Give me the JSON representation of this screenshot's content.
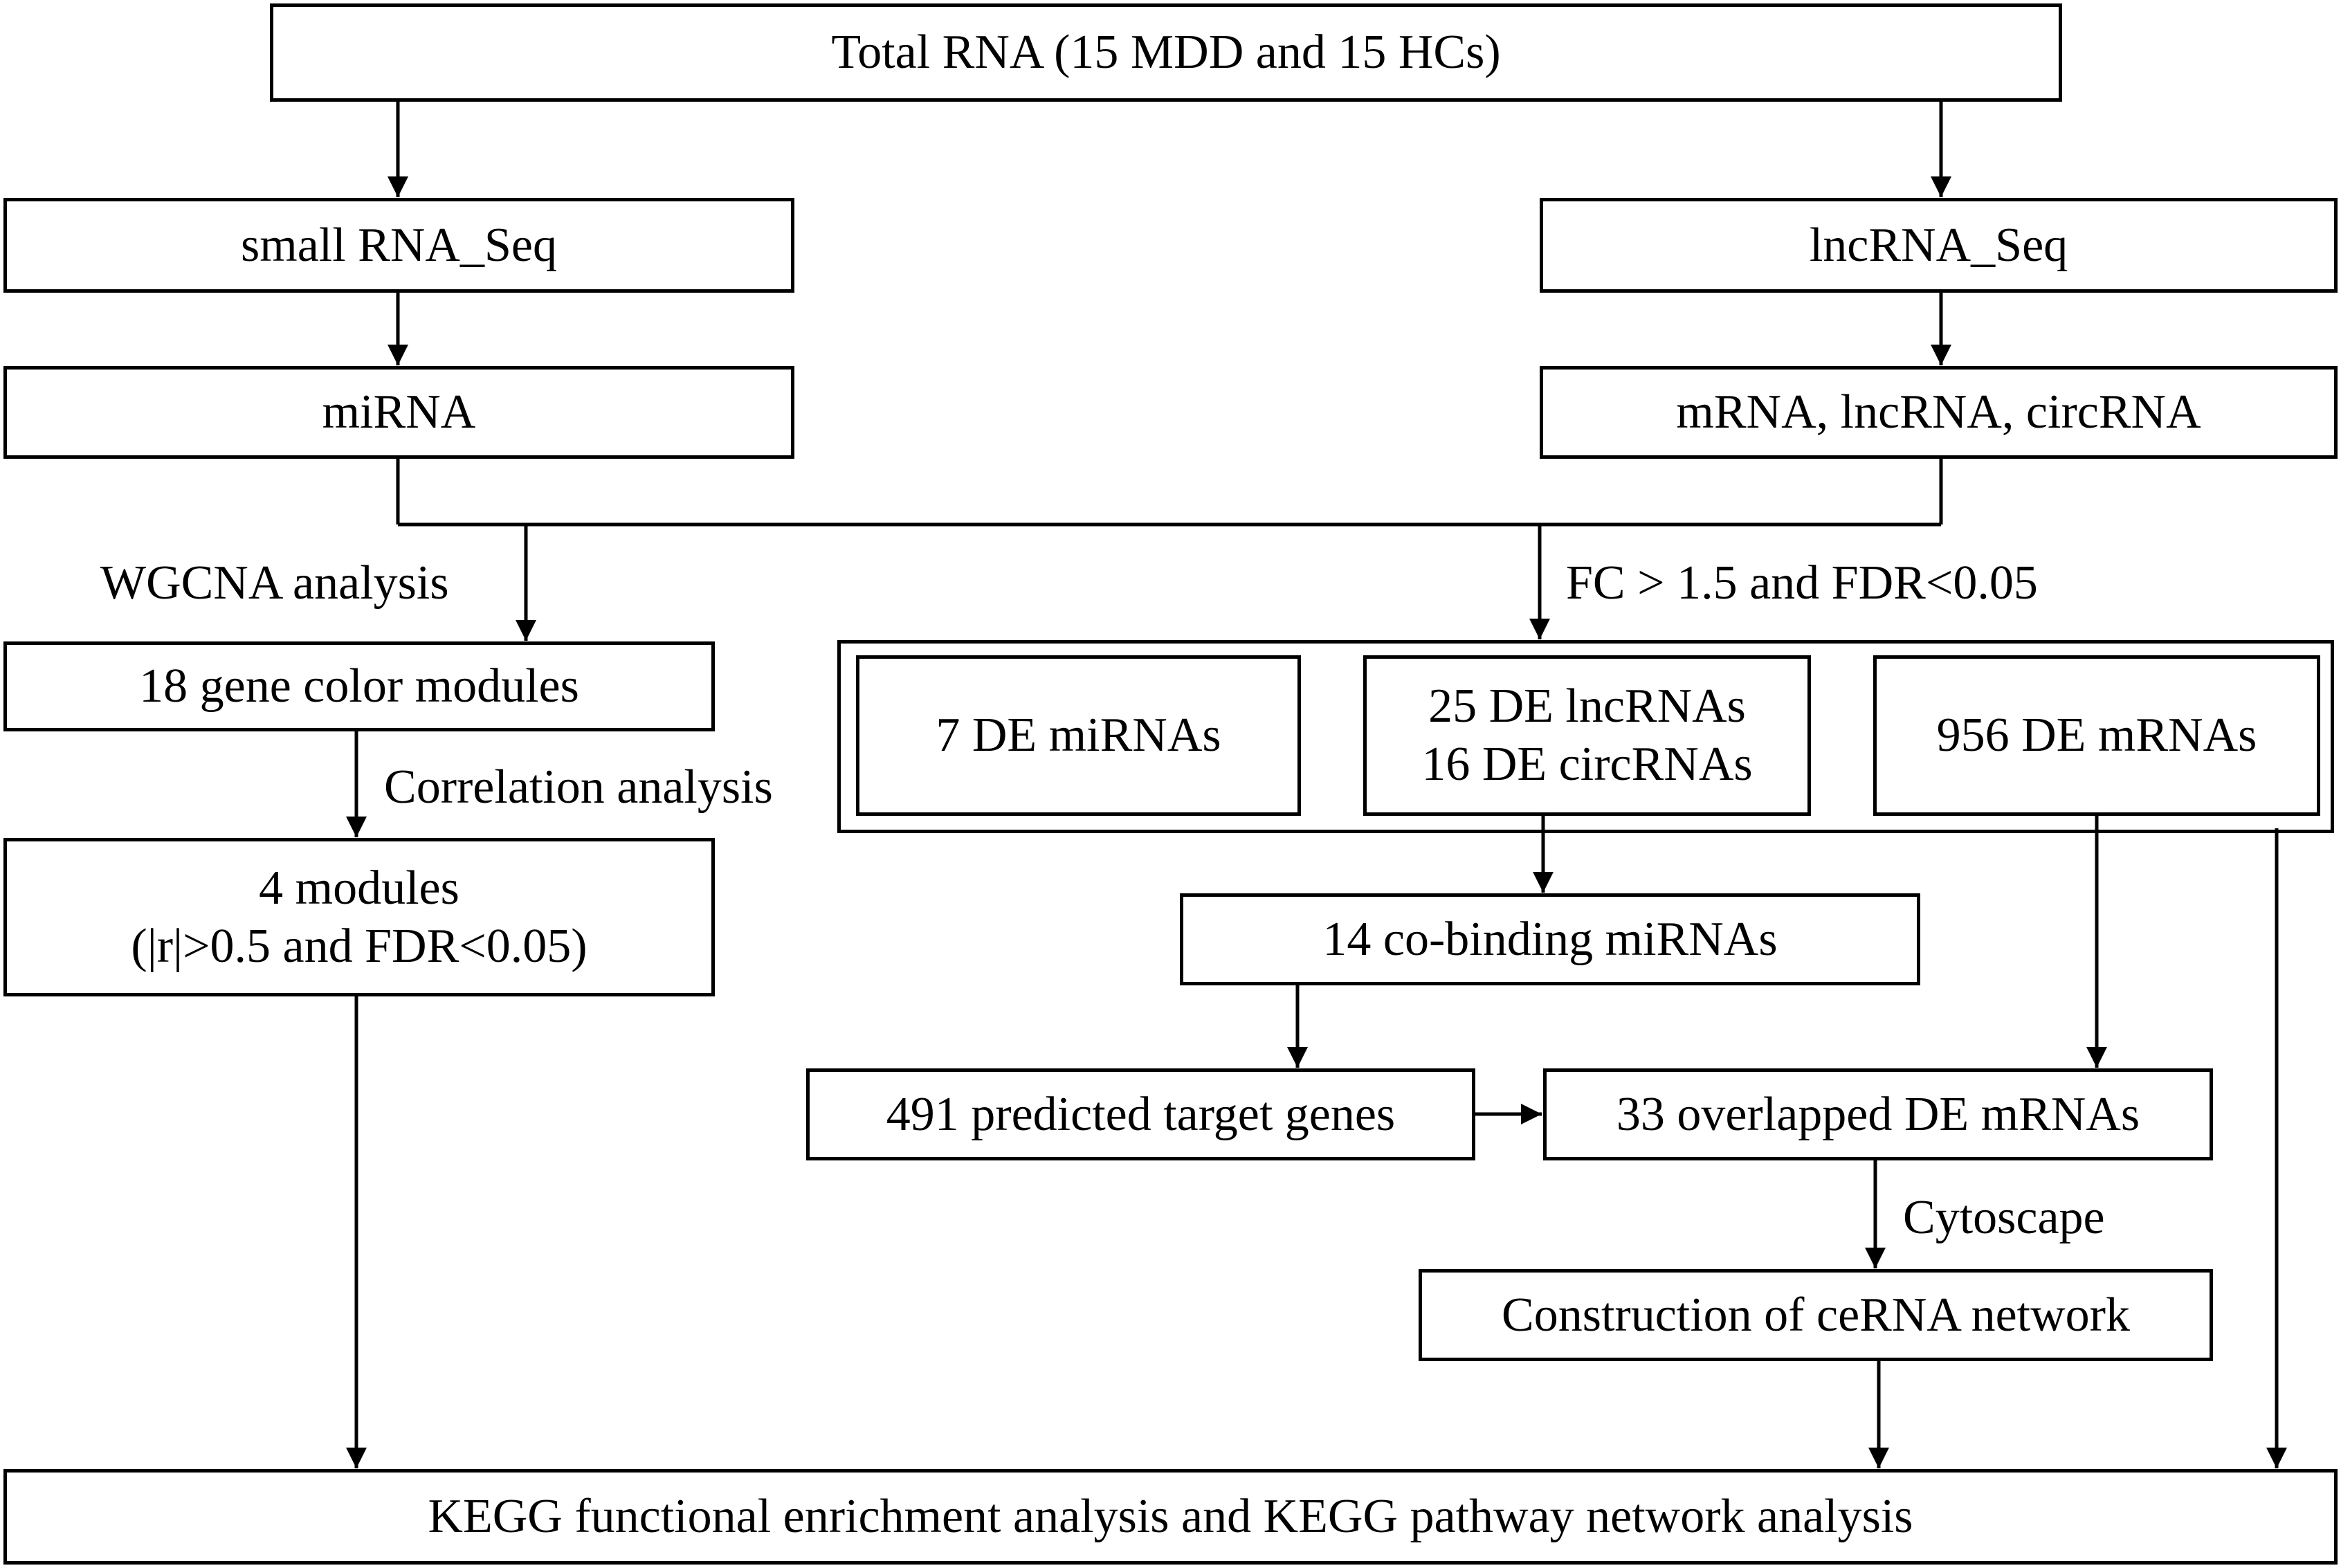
{
  "nodes": {
    "total_rna": "Total RNA (15 MDD and 15 HCs)",
    "small_rna_seq": "small RNA_Seq",
    "lncrna_seq": "lncRNA_Seq",
    "mirna": "miRNA",
    "mrna_lncrna_circrna": "mRNA, lncRNA, circRNA",
    "gene_color_modules": "18 gene color modules",
    "modules_line1": "4 modules",
    "modules_line2": "(|r|>0.5 and FDR<0.05)",
    "de_mirnas": "7 DE miRNAs",
    "de_lncrnas": "25 DE lncRNAs",
    "de_circrnas": "16 DE circRNAs",
    "de_mrnas": "956 DE mRNAs",
    "co_binding_mirnas": "14 co-binding miRNAs",
    "predicted_target_genes": "491 predicted target genes",
    "overlapped_de_mrnas": "33 overlapped DE mRNAs",
    "cerna_network": "Construction of ceRNA network",
    "kegg_analysis": "KEGG functional enrichment analysis and KEGG pathway network analysis"
  },
  "edge_labels": {
    "wgcna": "WGCNA analysis",
    "fc_fdr": "FC > 1.5 and FDR<0.05",
    "correlation": "Correlation analysis",
    "cytoscape": "Cytoscape"
  },
  "colors": {
    "stroke": "#000000",
    "background": "#ffffff"
  }
}
